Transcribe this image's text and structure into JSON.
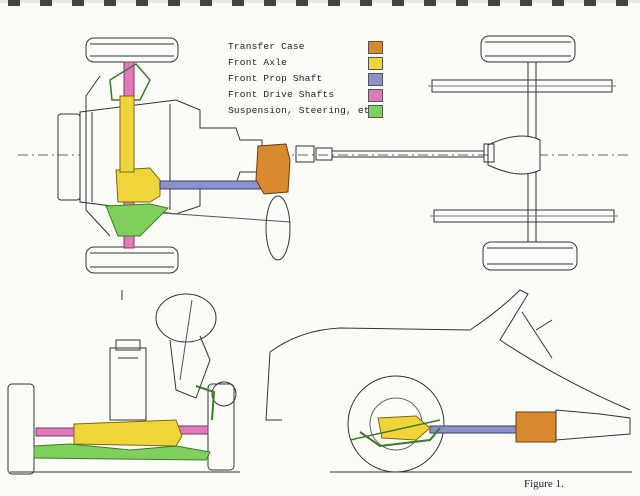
{
  "legend": {
    "items": [
      {
        "label": "Transfer Case",
        "color": "#d98a2e"
      },
      {
        "label": "Front Axle",
        "color": "#f0d53a"
      },
      {
        "label": "Front Prop Shaft",
        "color": "#8a92c8"
      },
      {
        "label": "Front Drive Shafts",
        "color": "#e07ab8"
      },
      {
        "label": "Suspension, Steering, etc.",
        "color": "#7fcf5c"
      }
    ]
  },
  "caption": "Figure 1."
}
